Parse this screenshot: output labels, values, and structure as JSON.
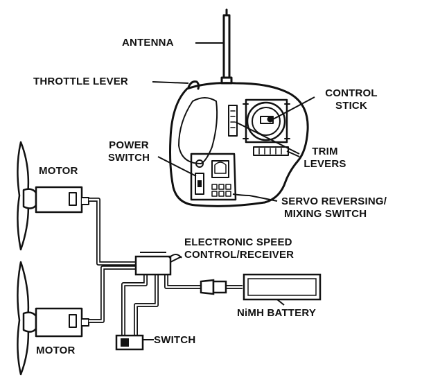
{
  "labels": {
    "antenna": "ANTENNA",
    "throttle_lever": "THROTTLE LEVER",
    "control_stick_1": "CONTROL",
    "control_stick_2": "STICK",
    "power_switch_1": "POWER",
    "power_switch_2": "SWITCH",
    "trim_levers_1": "TRIM",
    "trim_levers_2": "LEVERS",
    "servo_1": "SERVO REVERSING/",
    "servo_2": "MIXING SWITCH",
    "esc_1": "ELECTRONIC SPEED",
    "esc_2": "CONTROL/RECEIVER",
    "motor_top": "MOTOR",
    "motor_bottom": "MOTOR",
    "battery": "NiMH BATTERY",
    "switch": "SWITCH"
  },
  "colors": {
    "ink": "#111111",
    "background": "#ffffff",
    "wire": "#888888"
  }
}
